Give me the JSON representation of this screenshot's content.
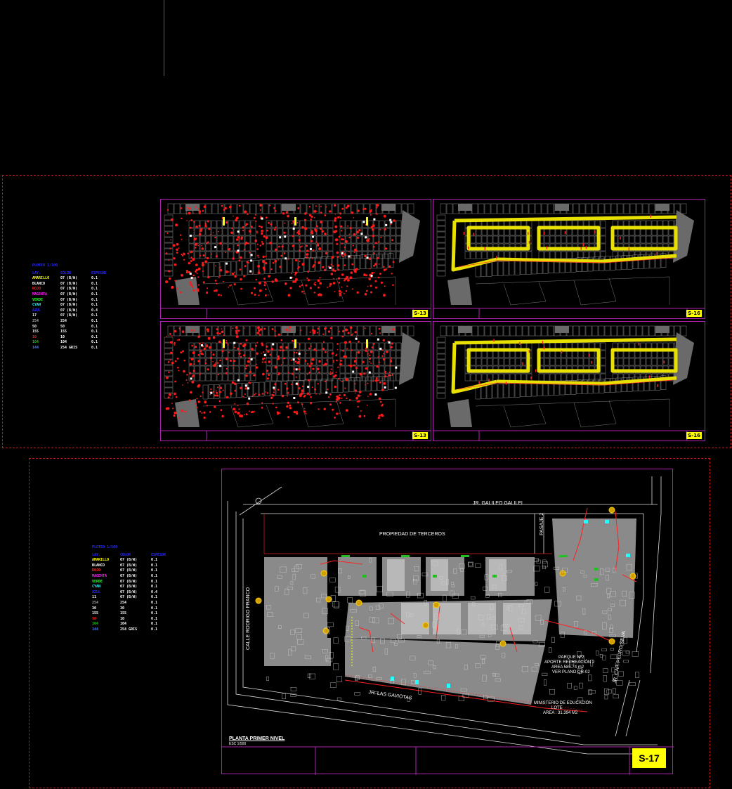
{
  "sheets": [
    {
      "id": "S-13"
    },
    {
      "id": "S-16"
    },
    {
      "id": "S-13"
    },
    {
      "id": "S-16"
    }
  ],
  "legend_top": {
    "title": "PLOTEO 1/100",
    "headers": [
      "LAY.",
      "COLOR",
      "ESPESOR"
    ],
    "rows": [
      [
        "AMARILLO",
        "07 (B/W)",
        "0.1"
      ],
      [
        "BLANCO",
        "07 (B/W)",
        "0.1"
      ],
      [
        "ROJO",
        "07 (B/W)",
        "0.1"
      ],
      [
        "MAGENTA",
        "07 (B/W)",
        "0.1"
      ],
      [
        "VERDE",
        "07 (B/W)",
        "0.1"
      ],
      [
        "CYAN",
        "07 (B/W)",
        "0.1"
      ],
      [
        "AZUL",
        "07 (B/W)",
        "0.4"
      ],
      [
        "17",
        "07 (B/W)",
        "0.1"
      ],
      [
        "254",
        "254",
        "0.1"
      ],
      [
        "50",
        "50",
        "0.1"
      ],
      [
        "155",
        "155",
        "0.1"
      ],
      [
        "10",
        "10",
        "0.1"
      ],
      [
        "104",
        "104",
        "0.1"
      ],
      [
        "144",
        "254 GRIS",
        "0.1"
      ]
    ],
    "row_colors": [
      "#ffff00",
      "#ffffff",
      "#ff2020",
      "#ff20ff",
      "#20ff20",
      "#20ffff",
      "#2a2aff",
      "#ffffff",
      "#aaaaaa",
      "#ffffff",
      "#ffffff",
      "#ff2020",
      "#20c020",
      "#5080ff"
    ]
  },
  "legend_bottom": {
    "title": "PLOTEO 1/500",
    "headers": [
      "LAY.",
      "COLOR",
      "ESPESOR"
    ],
    "rows": [
      [
        "AMARILLO",
        "07 (B/W)",
        "0.1"
      ],
      [
        "BLANCO",
        "07 (B/W)",
        "0.1"
      ],
      [
        "ROJO",
        "07 (B/W)",
        "0.1"
      ],
      [
        "MAGENTA",
        "07 (B/W)",
        "0.1"
      ],
      [
        "VERDE",
        "07 (B/W)",
        "0.1"
      ],
      [
        "CYAN",
        "07 (B/W)",
        "0.1"
      ],
      [
        "AZUL",
        "07 (B/W)",
        "0.4"
      ],
      [
        "11",
        "07 (B/W)",
        "0.1"
      ],
      [
        "254",
        "254",
        "0.1"
      ],
      [
        "30",
        "30",
        "0.1"
      ],
      [
        "155",
        "155",
        "0.1"
      ],
      [
        "10",
        "10",
        "0.1"
      ],
      [
        "104",
        "104",
        "0.1"
      ],
      [
        "144",
        "254 GRIS",
        "0.1"
      ]
    ],
    "row_colors": [
      "#ffff00",
      "#ffffff",
      "#ff2020",
      "#ff20ff",
      "#20ff20",
      "#20ffff",
      "#2a2aff",
      "#ffffff",
      "#aaaaaa",
      "#ffffff",
      "#ffffff",
      "#ff2020",
      "#20c020",
      "#5080ff"
    ]
  },
  "site_plan": {
    "street_top": "JR. GALILEO GALILEI",
    "street_left": "CALLE RODRIGO FRANCO",
    "street_bottom": "JR. LAS GAVIOTAS",
    "street_right": "JR. CAP. PEDRO SILVA",
    "pasaje": "PASAJE 2",
    "third_party": "PROPIEDAD DE TERCEROS",
    "park_lines": [
      "PARQUE Nº2",
      "APORTE RECREACIÓN 2",
      "AREA 585.74 m2",
      "VER PLANO QR-02"
    ],
    "ministry_lines": [
      "MINISTERIO DE EDUCACIÓN",
      "LOTE",
      "AREA : 31.394 M2"
    ],
    "plan_title": "PLANTA PRIMER NIVEL",
    "plan_scale": "ESC 1/500",
    "sheet_id": "S-17"
  },
  "colors": {
    "magenta": "#b020b0",
    "red_dash": "#c01818",
    "yellow": "#ffff00",
    "gray_fill": "#8a8a8a"
  }
}
